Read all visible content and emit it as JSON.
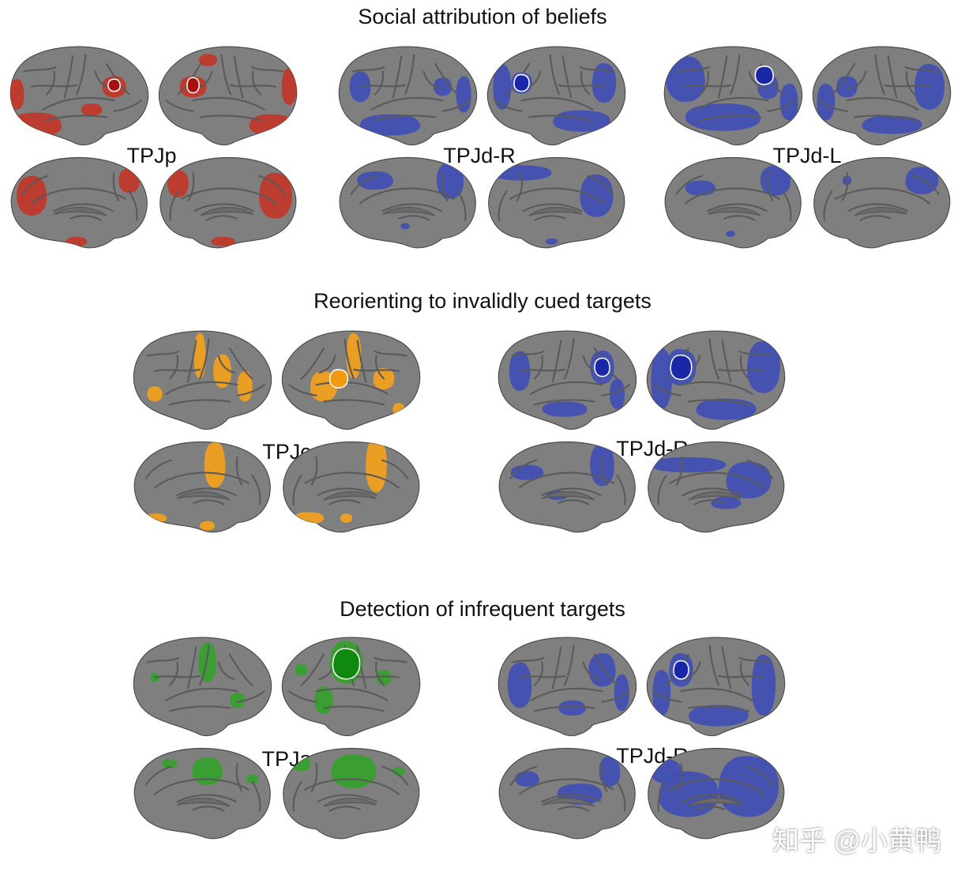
{
  "sections": [
    {
      "title": "Social attribution of beliefs"
    },
    {
      "title": "Reorienting to invalidly cued targets"
    },
    {
      "title": "Detection of infrequent targets"
    }
  ],
  "panels": [
    {
      "label": "TPJp",
      "color": "#c0392b",
      "roi": "#a80f0f"
    },
    {
      "label": "TPJd-R",
      "color": "#4350b3",
      "roi": "#1a28a8"
    },
    {
      "label": "TPJd-L",
      "color": "#4350b3",
      "roi": "#1a28a8"
    },
    {
      "label": "TPJc",
      "color": "#f0a020",
      "roi": "#f29a10"
    },
    {
      "label": "TPJd-R",
      "color": "#4350b3",
      "roi": "#1a28a8"
    },
    {
      "label": "TPJa",
      "color": "#38a02e",
      "roi": "#0f8a0f"
    },
    {
      "label": "TPJd-R",
      "color": "#4350b3",
      "roi": "#1a28a8"
    }
  ],
  "colors": {
    "cortex": "#7f7f7f",
    "sulcus": "#5a5a5a",
    "outline": "#4a4a4a"
  },
  "watermark": "知乎 @小黄鸭"
}
